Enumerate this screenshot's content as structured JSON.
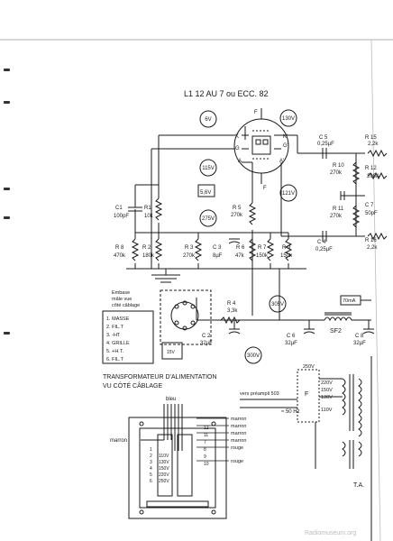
{
  "title": "L1  12 AU 7 ou ECC. 82",
  "volt_badges": [
    "6V",
    "130V",
    "115V",
    "121V",
    "275V",
    "305V",
    "300V"
  ],
  "components": [
    {
      "name": "C 5",
      "value": "0,25µF"
    },
    {
      "name": "R 15",
      "value": "2,2k"
    },
    {
      "name": "R 10",
      "value": "270k"
    },
    {
      "name": "R 12",
      "value": "200A"
    },
    {
      "name": "R 11",
      "value": "270k"
    },
    {
      "name": "C 7",
      "value": "50pF"
    },
    {
      "name": "C 4",
      "value": "0,25µF"
    },
    {
      "name": "R 16",
      "value": "2,2k"
    },
    {
      "name": "R 5",
      "value": "270k"
    },
    {
      "name": "C1",
      "value": "100pF"
    },
    {
      "name": "R1",
      "value": "10k"
    },
    {
      "name": "R 8",
      "value": "470k"
    },
    {
      "name": "R 2",
      "value": "180k"
    },
    {
      "name": "R 3",
      "value": "270k"
    },
    {
      "name": "C 3",
      "value": "8µF"
    },
    {
      "name": "R 6",
      "value": "47k"
    },
    {
      "name": "R 7",
      "value": "150k"
    },
    {
      "name": "R 9",
      "value": "150k"
    },
    {
      "name": "R 4",
      "value": "3,3k"
    },
    {
      "name": "C 2",
      "value": "32µF"
    },
    {
      "name": "C 6",
      "value": "32µF"
    },
    {
      "name": "C 8",
      "value": "32µF"
    }
  ],
  "misc_labels": {
    "box_56": "5,6V",
    "sf2": "SF2",
    "fuse": "70mA",
    "ta": "T.A.",
    "pin_f": "F",
    "pin_k": "K",
    "pin_g": "G",
    "pin_a": "A",
    "pin_kprime": "K'",
    "pin_gprime": "G'",
    "pin_aprime": "A'",
    "heater_f": "F",
    "small_box": "15V"
  },
  "embase": {
    "title_lines": [
      "Embase",
      "mâle vue",
      "côté câblage"
    ],
    "legend": [
      "1. MASSE",
      "2. FIL.T",
      "3. -HT",
      "4. GRILLE",
      "5. +H.T.",
      "6. FIL.T"
    ]
  },
  "transformer": {
    "title_lines": [
      "TRANSFORMATEUR D'ALIMENTATION",
      "VU CÔTÉ CÂBLAGE"
    ],
    "top_label": "bleu",
    "left_label": "marron",
    "primary_taps": [
      "110V",
      "130V",
      "150V",
      "220V",
      "250V"
    ],
    "left_pins": [
      "1",
      "2",
      "3",
      "4",
      "5",
      "6"
    ],
    "right_pins": [
      "12",
      "11",
      "7",
      "8",
      "9",
      "10"
    ],
    "right_wires": [
      "marron",
      "marron",
      "marron",
      "marron",
      "rouge",
      "rouge"
    ]
  },
  "mains": {
    "preampli": "vers préampli 503",
    "freq": "≈ 50 Hz",
    "taps": [
      "250V",
      "220V",
      "150V",
      "130V",
      "110V"
    ],
    "fuse_label": "F"
  },
  "watermark": "Radiomuseum.org"
}
